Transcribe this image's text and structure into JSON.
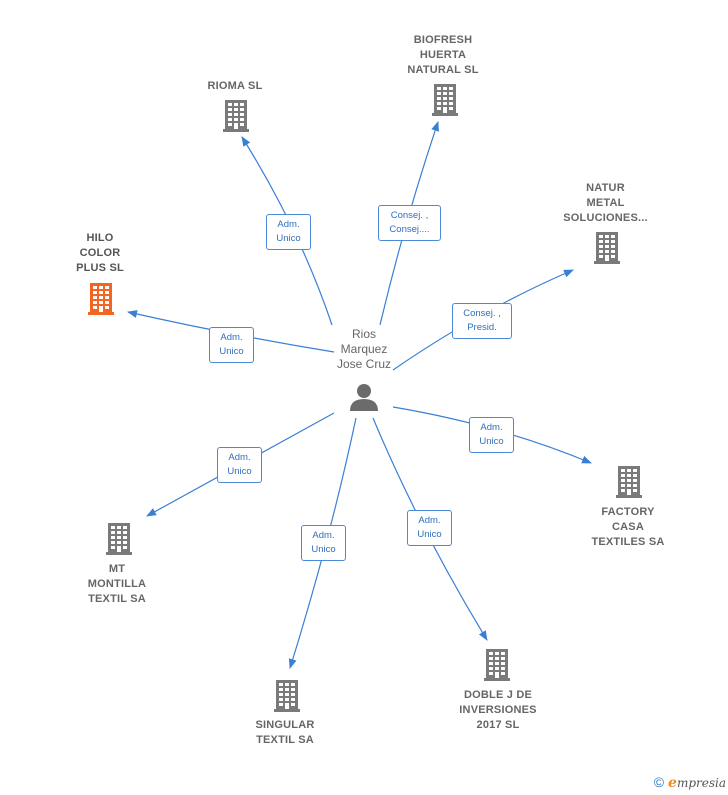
{
  "center": {
    "name": "Rios\nMarquez\nJose Cruz",
    "icon": "person-icon"
  },
  "companies": {
    "rioma": {
      "name": "RIOMA  SL",
      "icon": "building-icon"
    },
    "biofresh": {
      "name": "BIOFRESH\nHUERTA\nNATURAL  SL",
      "icon": "building-icon"
    },
    "natur": {
      "name": "NATUR\nMETAL\nSOLUCIONES...",
      "icon": "building-icon"
    },
    "hilo": {
      "name": "HILO\nCOLOR\nPLUS  SL",
      "icon": "building-icon",
      "color": "#f26522"
    },
    "factory": {
      "name": "FACTORY\nCASA\nTEXTILES SA",
      "icon": "building-icon"
    },
    "mt": {
      "name": "MT\nMONTILLA\nTEXTIL SA",
      "icon": "building-icon"
    },
    "singular": {
      "name": "SINGULAR\nTEXTIL SA",
      "icon": "building-icon"
    },
    "doble": {
      "name": "DOBLE J DE\nINVERSIONES\n2017  SL",
      "icon": "building-icon"
    }
  },
  "relations": {
    "rioma": "Adm.\nUnico",
    "biofresh": "Consej. ,\nConsej....",
    "natur": "Consej. ,\nPresid.",
    "hilo": "Adm.\nUnico",
    "factory": "Adm.\nUnico",
    "mt": "Adm.\nUnico",
    "singular": "Adm.\nUnico",
    "doble": "Adm.\nUnico"
  },
  "colors": {
    "edge": "#3a7fd5",
    "building": "#7a7a7a",
    "building_highlight": "#f26522",
    "person": "#6b6b6b"
  },
  "footer": {
    "copyright": "©",
    "brand_initial": "e",
    "brand_rest": "mpresia"
  }
}
